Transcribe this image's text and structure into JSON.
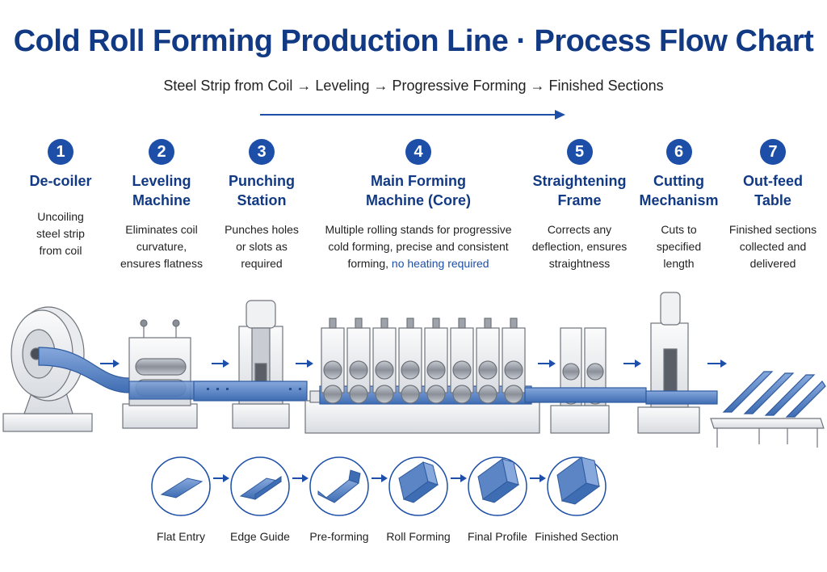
{
  "title": "Cold Roll Forming Production Line · Process Flow Chart",
  "subtitle": "Steel Strip from Coil → Leveling → Progressive Forming → Finished Sections",
  "steps": [
    {
      "number": "1",
      "name": "De-coiler",
      "desc": "Uncoiling\nsteel strip\nfrom coil"
    },
    {
      "number": "2",
      "name": "Leveling\nMachine",
      "desc": "Eliminates coil\ncurvature,\nensures flatness"
    },
    {
      "number": "3",
      "name": "Punching\nStation",
      "desc": "Punches holes\nor slots as\nrequired"
    },
    {
      "number": "4",
      "name": "Main Forming\nMachine (Core)",
      "desc_main": "Multiple rolling stands for progressive\ncold forming, precise and consistent\nforming, ",
      "desc_highlight": "no heating required"
    },
    {
      "number": "5",
      "name": "Straightening\nFrame",
      "desc": "Corrects any\ndeflection, ensures\nstraightness"
    },
    {
      "number": "6",
      "name": "Cutting\nMechanism",
      "desc": "Cuts to\nspecified\nlength"
    },
    {
      "number": "7",
      "name": "Out-feed\nTable",
      "desc": "Finished sections\ncollected and\ndelivered"
    }
  ],
  "profiles": [
    "Flat Entry",
    "Edge Guide",
    "Pre-forming",
    "Roll Forming",
    "Final Profile",
    "Finished Section"
  ],
  "colors": {
    "title": "#123a84",
    "accent": "#1d4fa8",
    "strip": "#5b85c4",
    "machine": "#eef0f3",
    "machine_stroke": "#7a7f87"
  }
}
